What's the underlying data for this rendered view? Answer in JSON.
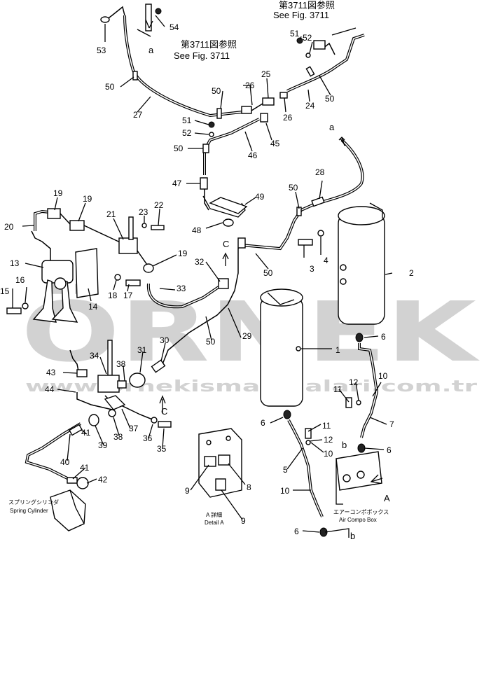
{
  "watermark": {
    "brand": "ÖRNEK",
    "url": "www.ornekismakinalari.com.tr"
  },
  "references": {
    "see_fig_top_jp": "第3711図参照",
    "see_fig_top_en": "See Fig. 3711",
    "see_fig_mid_jp": "第3711図参照",
    "see_fig_mid_en": "See Fig. 3711"
  },
  "callouts": {
    "spring_cylinder_jp": "スプリングシリンダ",
    "spring_cylinder_en": "Spring Cylinder",
    "detail_a_jp": "A 詳細",
    "detail_a_en": "Detail A",
    "air_compo_box_jp": "エアーコンポボックス",
    "air_compo_box_en": "Air Compo Box",
    "view_letter_A": "A"
  },
  "connection_letters": {
    "a_top": "a",
    "a_right": "a",
    "b_mid": "b",
    "b_bottom": "b",
    "c_mid": "C",
    "c_low": "C"
  },
  "part_numbers": {
    "p1": "1",
    "p2": "2",
    "p3": "3",
    "p4": "4",
    "p5": "5",
    "p6a": "6",
    "p6b": "6",
    "p6c": "6",
    "p6d": "6",
    "p7": "7",
    "p8": "8",
    "p9a": "9",
    "p9b": "9",
    "p10a": "10",
    "p10b": "10",
    "p10c": "10",
    "p11a": "11",
    "p11b": "11",
    "p12a": "12",
    "p12b": "12",
    "p13": "13",
    "p14": "14",
    "p15": "15",
    "p16": "16",
    "p17": "17",
    "p18": "18",
    "p19a": "19",
    "p19b": "19",
    "p19c": "19",
    "p20": "20",
    "p21": "21",
    "p22": "22",
    "p23": "23",
    "p24": "24",
    "p25": "25",
    "p26a": "26",
    "p26b": "26",
    "p27": "27",
    "p28": "28",
    "p29": "29",
    "p30": "30",
    "p31": "31",
    "p32": "32",
    "p33": "33",
    "p34": "34",
    "p35": "35",
    "p36": "36",
    "p37": "37",
    "p38a": "38",
    "p38b": "38",
    "p39": "39",
    "p40": "40",
    "p41a": "41",
    "p41b": "41",
    "p42": "42",
    "p43": "43",
    "p44": "44",
    "p45": "45",
    "p46": "46",
    "p47": "47",
    "p48": "48",
    "p49": "49",
    "p50a": "50",
    "p50b": "50",
    "p50c": "50",
    "p50d": "50",
    "p50e": "50",
    "p50f": "50",
    "p50g": "50",
    "p51a": "51",
    "p51b": "51",
    "p52a": "52",
    "p52b": "52",
    "p53": "53",
    "p54": "54"
  }
}
